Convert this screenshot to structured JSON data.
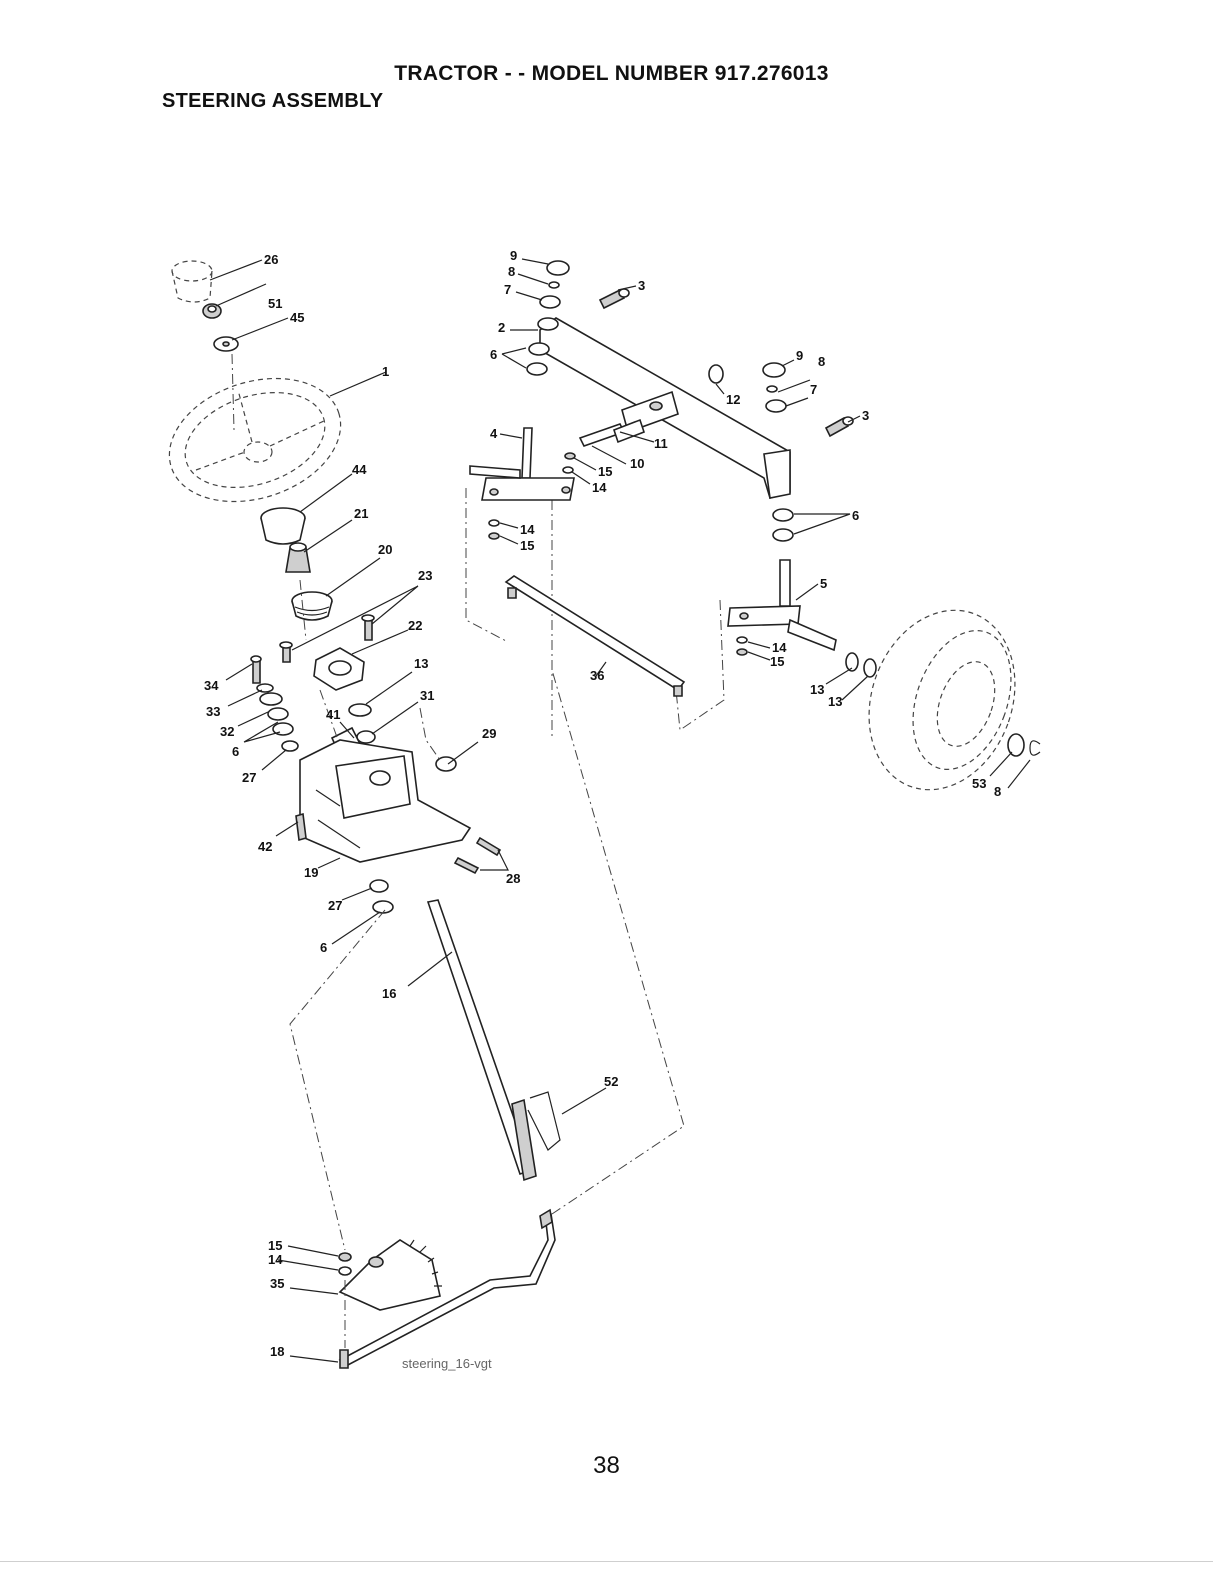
{
  "header": {
    "title": "TRACTOR - - MODEL NUMBER 917.276013",
    "subtitle": "STEERING ASSEMBLY"
  },
  "diagram": {
    "reference": "steering_16-vgt",
    "callouts": [
      "26",
      "51",
      "45",
      "1",
      "44",
      "21",
      "20",
      "23",
      "22",
      "13",
      "31",
      "41",
      "34",
      "33",
      "32",
      "6",
      "27",
      "42",
      "19",
      "27",
      "6",
      "29",
      "28",
      "16",
      "52",
      "15",
      "14",
      "35",
      "18",
      "9",
      "8",
      "7",
      "3",
      "2",
      "6",
      "12",
      "9",
      "8",
      "7",
      "3",
      "4",
      "11",
      "10",
      "15",
      "14",
      "14",
      "15",
      "6",
      "5",
      "36",
      "14",
      "15",
      "13",
      "13",
      "53",
      "8"
    ]
  },
  "footer": {
    "page_number": "38"
  }
}
